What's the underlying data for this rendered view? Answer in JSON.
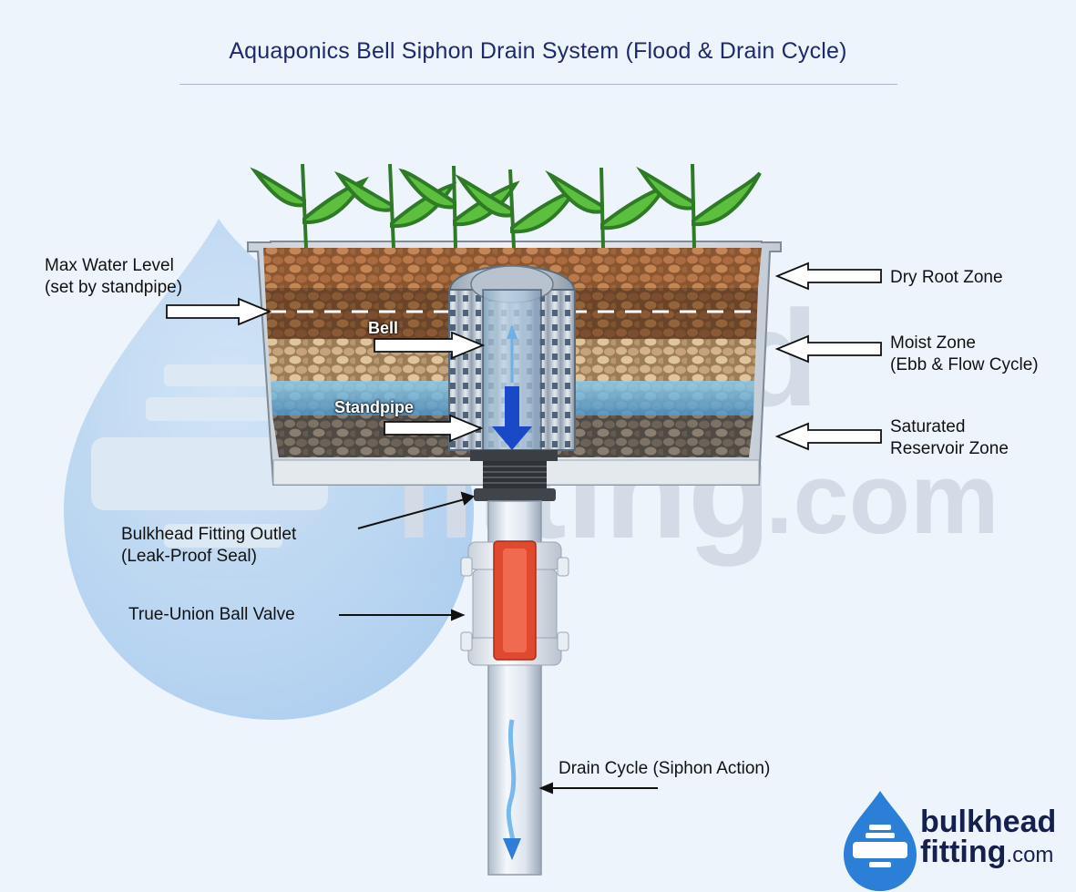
{
  "title": "Aquaponics Bell Siphon Drain System (Flood & Drain Cycle)",
  "labels": {
    "max_water_1": "Max Water Level",
    "max_water_2": "(set by standpipe)",
    "dry_root": "Dry Root Zone",
    "moist_1": "Moist Zone",
    "moist_2": "(Ebb & Flow Cycle)",
    "saturated_1": "Saturated",
    "saturated_2": "Reservoir Zone",
    "bell": "Bell",
    "standpipe": "Standpipe",
    "bulkhead_1": "Bulkhead Fitting Outlet",
    "bulkhead_2": "(Leak-Proof Seal)",
    "ball_valve": "True-Union Ball Valve",
    "drain": "Drain Cycle (Siphon Action)"
  },
  "logo": {
    "line1": "bulkhead",
    "line2": "fitting",
    "suffix": ".com"
  },
  "icons": [
    "water-drop-icon",
    "bulkhead-fitting-icon",
    "plant-icon",
    "arrow-icon"
  ],
  "colors": {
    "title": "#1e2a6e",
    "logo_blue": "#2b7fd6",
    "water": "#5aa9de",
    "soil_dark": "#5a3a24",
    "soil_light": "#a87a4a",
    "valve_handle": "#e0492f",
    "leaf": "#4caf3a"
  }
}
